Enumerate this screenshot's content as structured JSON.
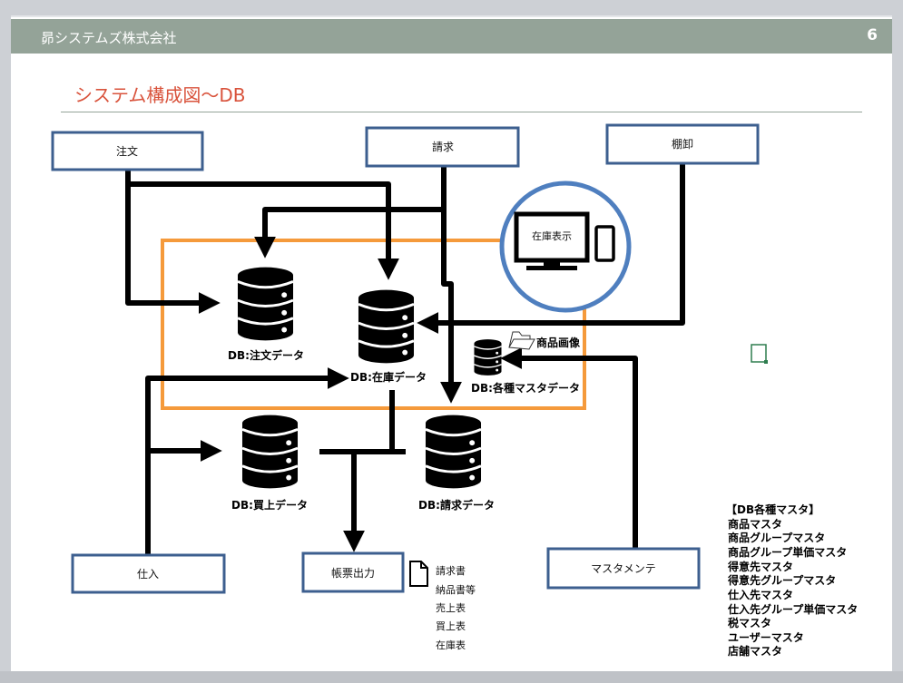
{
  "header": {
    "company": "昴システムズ株式会社",
    "page_number": "6"
  },
  "title": "システム構成図～DB",
  "boxes": {
    "order": "注文",
    "billing": "請求",
    "stocktake": "棚卸",
    "purchase": "仕入",
    "report_output": "帳票出力",
    "master_maintenance": "マスタメンテ"
  },
  "databases": {
    "order": "DB:注文データ",
    "stock": "DB:在庫データ",
    "master": "DB:各種マスタデータ",
    "purchase": "DB:買上データ",
    "billing": "DB:請求データ"
  },
  "stock_display": "在庫表示",
  "product_images": "商品画像",
  "reports": [
    "請求書",
    "納品書等",
    "売上表",
    "買上表",
    "在庫表"
  ],
  "master_list": {
    "heading": "【DB各種マスタ】",
    "items": [
      "商品マスタ",
      "商品グループマスタ",
      "商品グループ単価マスタ",
      "得意先マスタ",
      "得意先グループマスタ",
      "仕入先マスタ",
      "仕入先グループ単価マスタ",
      "税マスタ",
      "ユーザーマスタ",
      "店舗マスタ"
    ]
  },
  "colors": {
    "header": "#94a398",
    "title": "#d9533c",
    "box_border": "#3d5f8f",
    "scope_frame": "#f59a3b",
    "display_circle": "#4f7fbf"
  }
}
